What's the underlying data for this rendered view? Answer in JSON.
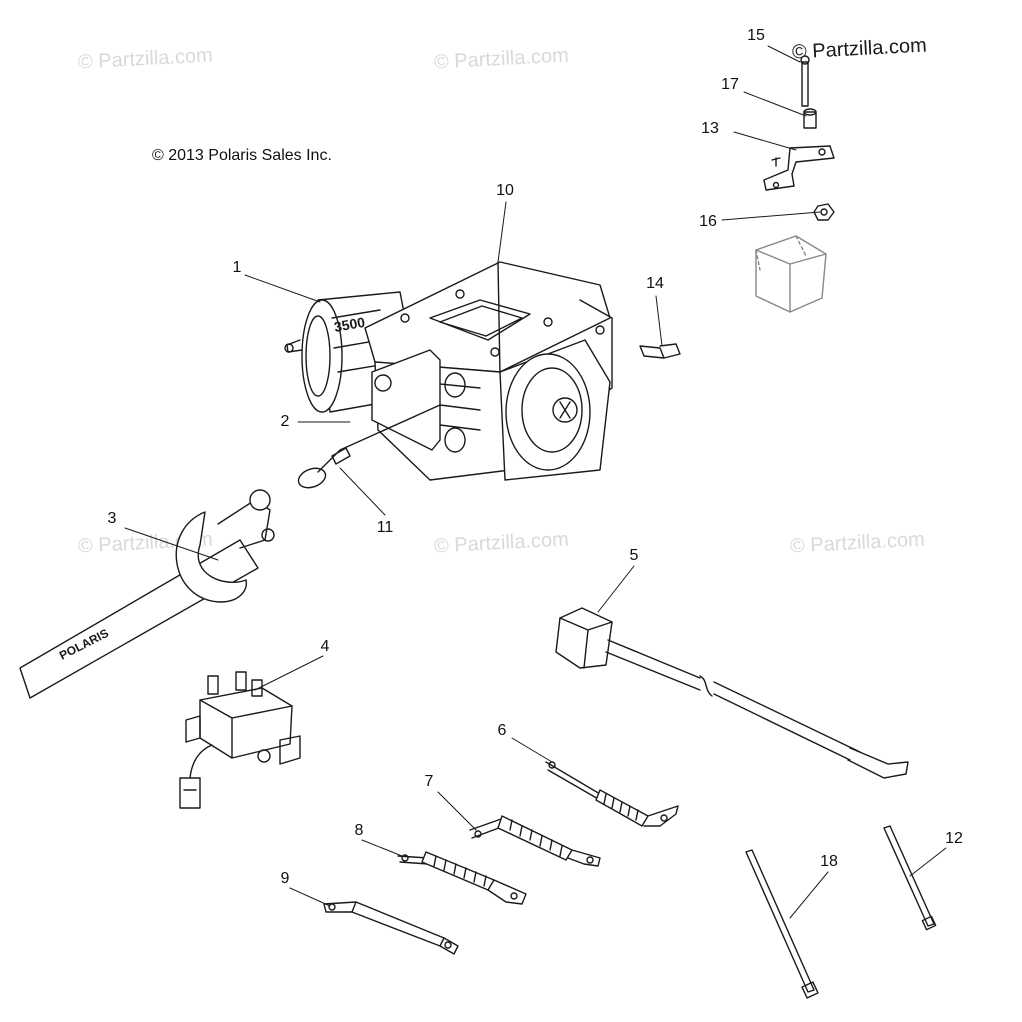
{
  "copyright": "© 2013 Polaris Sales Inc.",
  "watermark_text": "© Partzilla.com",
  "brand_text": "© Partzilla.com",
  "strap_logo": "POLARIS",
  "winch_model": "3500",
  "callouts": [
    "1",
    "2",
    "3",
    "4",
    "5",
    "6",
    "7",
    "8",
    "9",
    "10",
    "11",
    "12",
    "13",
    "14",
    "15",
    "16",
    "17",
    "18"
  ],
  "colors": {
    "line": "#1a1a1a",
    "watermark": "#d9d9d9"
  }
}
